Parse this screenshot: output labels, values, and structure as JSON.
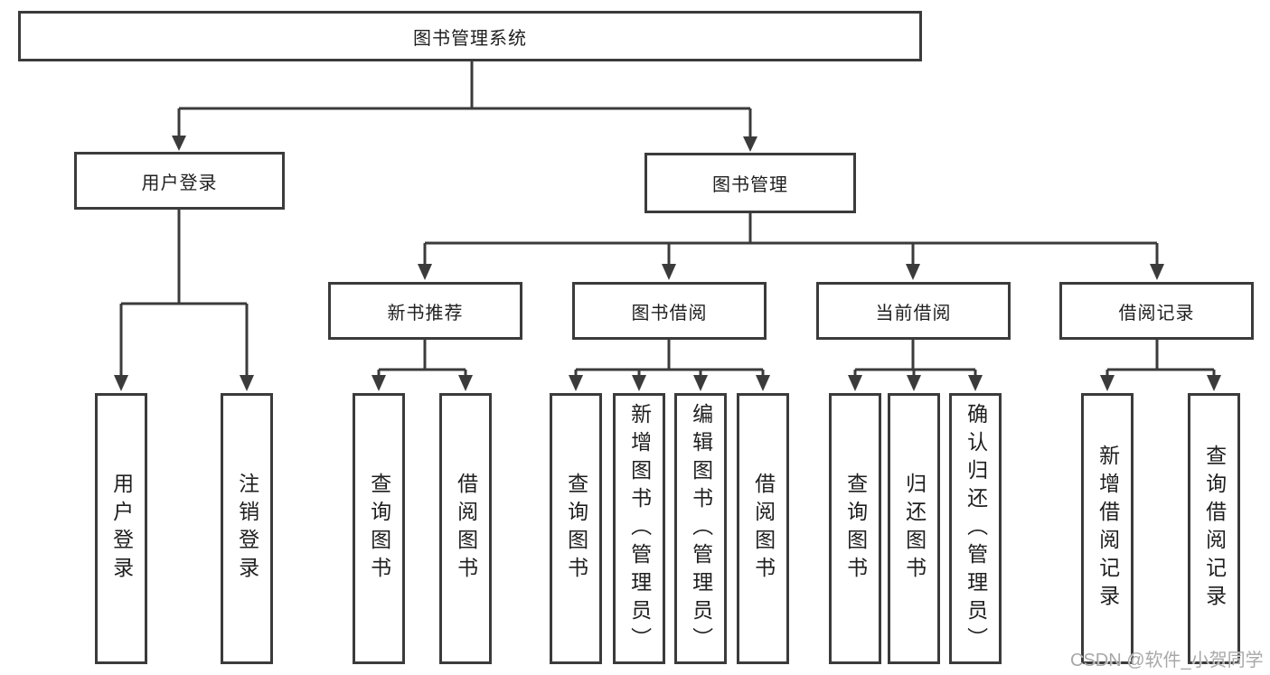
{
  "tree": {
    "label": "图书管理系统",
    "children": [
      {
        "label": "用户登录",
        "children": [
          {
            "label": "用户登录"
          },
          {
            "label": "注销登录"
          }
        ]
      },
      {
        "label": "图书管理",
        "children": [
          {
            "label": "新书推荐",
            "children": [
              {
                "label": "查询图书"
              },
              {
                "label": "借阅图书"
              }
            ]
          },
          {
            "label": "图书借阅",
            "children": [
              {
                "label": "查询图书"
              },
              {
                "label": "新增图书（管理员）"
              },
              {
                "label": "编辑图书（管理员）"
              },
              {
                "label": "借阅图书"
              }
            ]
          },
          {
            "label": "当前借阅",
            "children": [
              {
                "label": "查询图书"
              },
              {
                "label": "归还图书"
              },
              {
                "label": "确认归还（管理员）"
              }
            ]
          },
          {
            "label": "借阅记录",
            "children": [
              {
                "label": "新增借阅记录"
              },
              {
                "label": "查询借阅记录"
              }
            ]
          }
        ]
      }
    ]
  },
  "watermark": "CSDN @软件_小贺同学",
  "colors": {
    "line": "#3b3b3b",
    "text": "#1f1f1f",
    "background": "#ffffff",
    "watermark": "#a8a8a8"
  }
}
